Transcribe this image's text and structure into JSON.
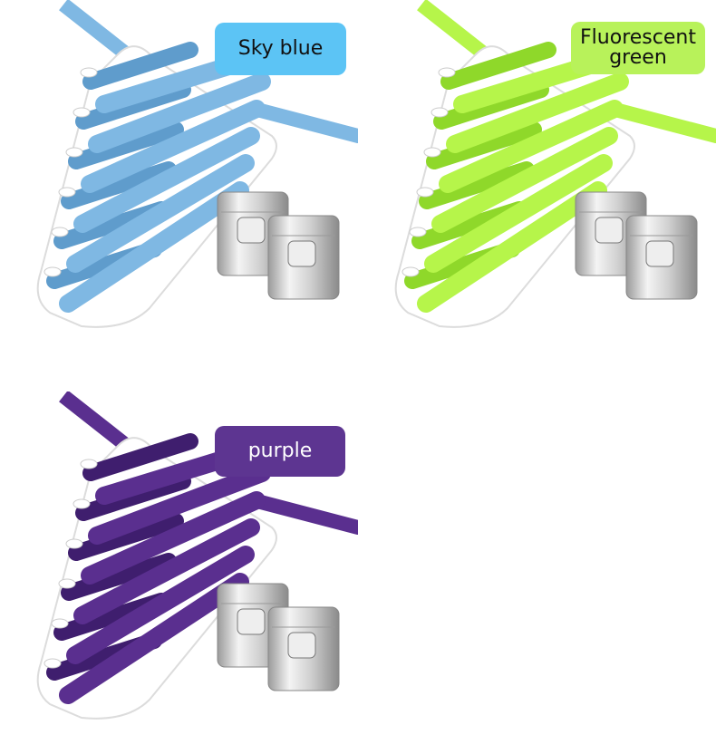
{
  "variants": [
    {
      "label": "Sky blue",
      "label_bg": "#5cc4f5",
      "label_text": "#111111",
      "lace_color": "#7fb8e3",
      "lace_shadow": "#5f9ccc"
    },
    {
      "label": "Fluorescent green",
      "label_bg": "#b8f25a",
      "label_text": "#111111",
      "lace_color": "#b6f54a",
      "lace_shadow": "#8fd82a"
    },
    {
      "label": "purple",
      "label_bg": "#5d3591",
      "label_text": "#ffffff",
      "lace_color": "#5a2f8f",
      "lace_shadow": "#3f1e6e"
    }
  ]
}
